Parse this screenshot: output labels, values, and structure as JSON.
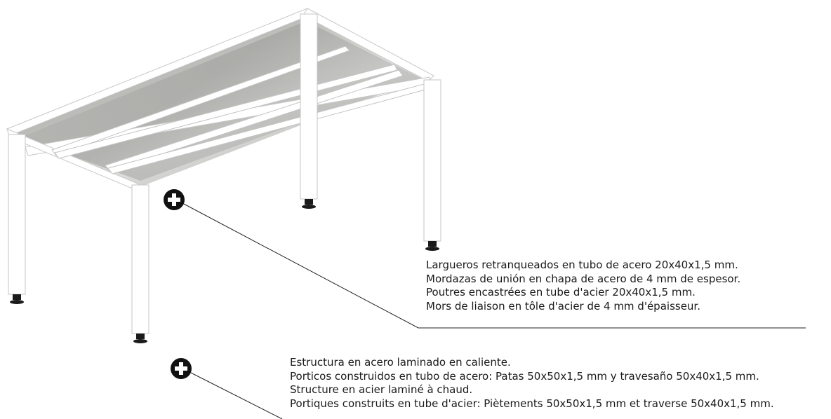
{
  "callouts": [
    {
      "lines": [
        "Largueros retranqueados en tubo de acero 20x40x1,5 mm.",
        "Mordazas de unión en chapa de acero de 4 mm de espesor.",
        "Poutres encastrées en tube d'acier 20x40x1,5 mm.",
        "Mors de liaison en tôle d'acier de 4 mm d'épaisseur."
      ]
    },
    {
      "lines": [
        "Estructura en acero laminado en caliente.",
        "Porticos construidos en tubo de acero: Patas 50x50x1,5 mm y travesaño 50x40x1,5 mm.",
        "Structure en acier laminé à chaud.",
        "Portiques construits en tube d'acier: Piètements 50x50x1,5 mm et traverse 50x40x1,5 mm."
      ]
    }
  ],
  "icons": {
    "expand": "plus-circle-icon"
  },
  "colors": {
    "frame": "#ffffff",
    "frame_edge": "#c8c8c8",
    "panel_light": "#e6e6e4",
    "panel_dark": "#8a8a88",
    "text": "#1a1a1a",
    "icon": "#111111"
  }
}
